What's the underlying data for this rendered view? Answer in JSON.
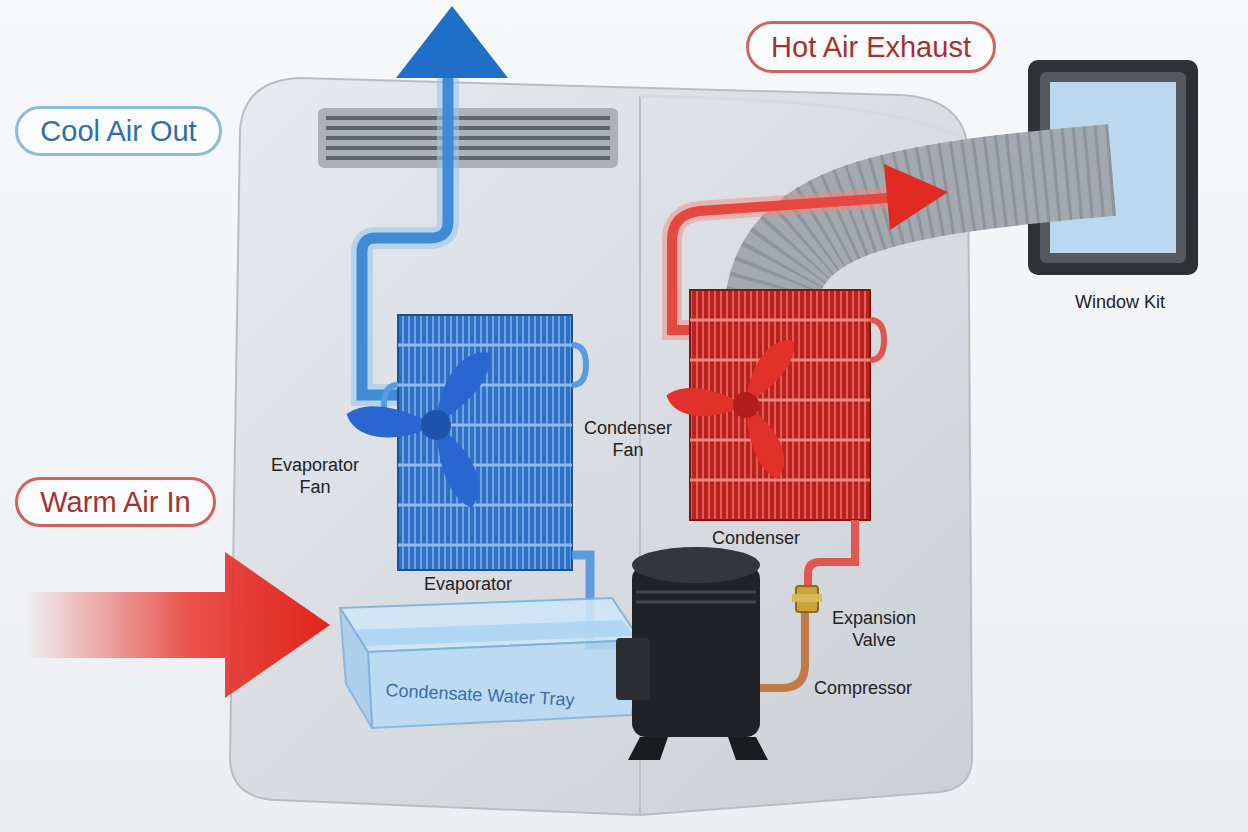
{
  "diagram": {
    "nodes": [
      {
        "text": [
          "Cool Air Out"
        ]
      },
      {
        "text": [
          "Hot Air Exhaust"
        ]
      },
      {
        "text": [
          "Warm Air In"
        ]
      }
    ],
    "labels": [
      "Window Kit",
      "Condenser Fan",
      "Evaporator Fan",
      "Condenser",
      "Evaporator",
      "Expansion Valve",
      "Compressor",
      "Condensate Water Tray"
    ]
  }
}
